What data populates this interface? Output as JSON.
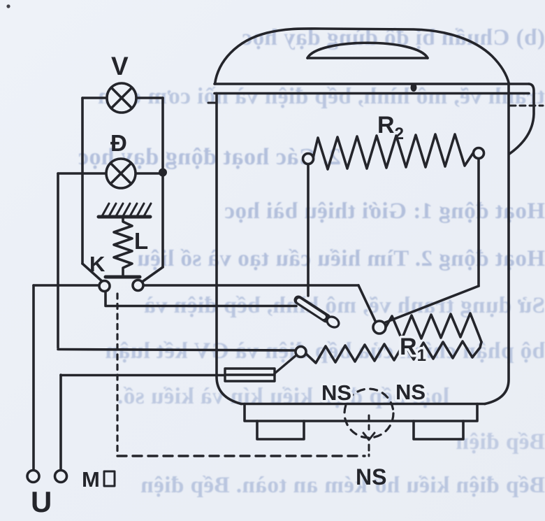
{
  "diagram": {
    "title_implied": "Rice-cooker circuit schematic (scanned textbook figure)",
    "labels": {
      "voltmeter_lamp": "V",
      "indicator_lamp": "Đ",
      "spring": "L",
      "switch": "K",
      "heater_r2_base": "R",
      "heater_r2_sub": "2",
      "heater_r1_base": "R",
      "heater_r1_sub": "1",
      "magnet_left": "NS",
      "magnet_right": "NS",
      "magnet_bottom": "NS",
      "terminal_m": "M",
      "source_voltage": "U"
    },
    "colors": {
      "ink": "#24252b",
      "paper": "#edf1f7",
      "bleed_text": "#a6b5d6"
    }
  },
  "bleed_text": {
    "lines": [
      {
        "text": "(b) Chuẩn bị đồ dùng dạy học"
      },
      {
        "text": "tranh vẽ, mô hình, bếp điện và nồi cơm điện"
      },
      {
        "text": "2. Các hoạt động dạy học"
      },
      {
        "text": "Hoạt động 1: Giới thiệu bài học"
      },
      {
        "text": "Hoạt động 2. Tìm hiểu cấu tạo và số liệu"
      },
      {
        "text": "Sử dụng tranh vẽ, mô hình, bếp điện và"
      },
      {
        "text": "bộ phận chính của bếp điện và GV kết luận"
      },
      {
        "text": "loại bếp điện kiểu kín và kiểu số."
      },
      {
        "text": "Bếp điện"
      },
      {
        "text": "Bếp điện kiểu hở kém an toàn. Bếp điện"
      }
    ]
  }
}
